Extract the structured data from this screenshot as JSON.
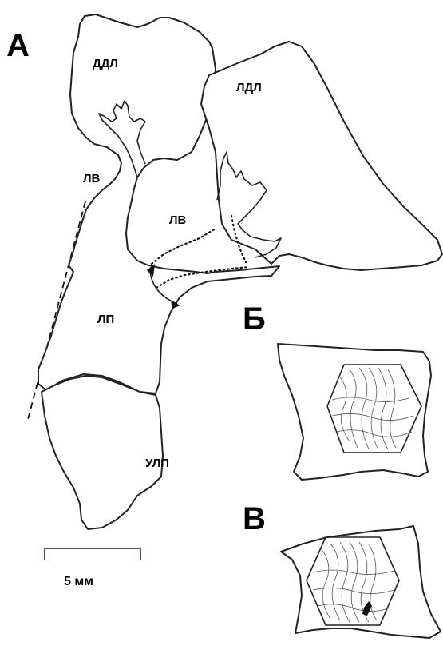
{
  "panels": {
    "a": "А",
    "b": "Б",
    "v": "В"
  },
  "regions": {
    "ddl": "ДДЛ",
    "ldl": "ЛДЛ",
    "lv_upper": "ЛВ",
    "lv_lower": "ЛВ",
    "lp": "ЛП",
    "ulp": "УЛП"
  },
  "scale_bar": {
    "label": "5 мм"
  }
}
